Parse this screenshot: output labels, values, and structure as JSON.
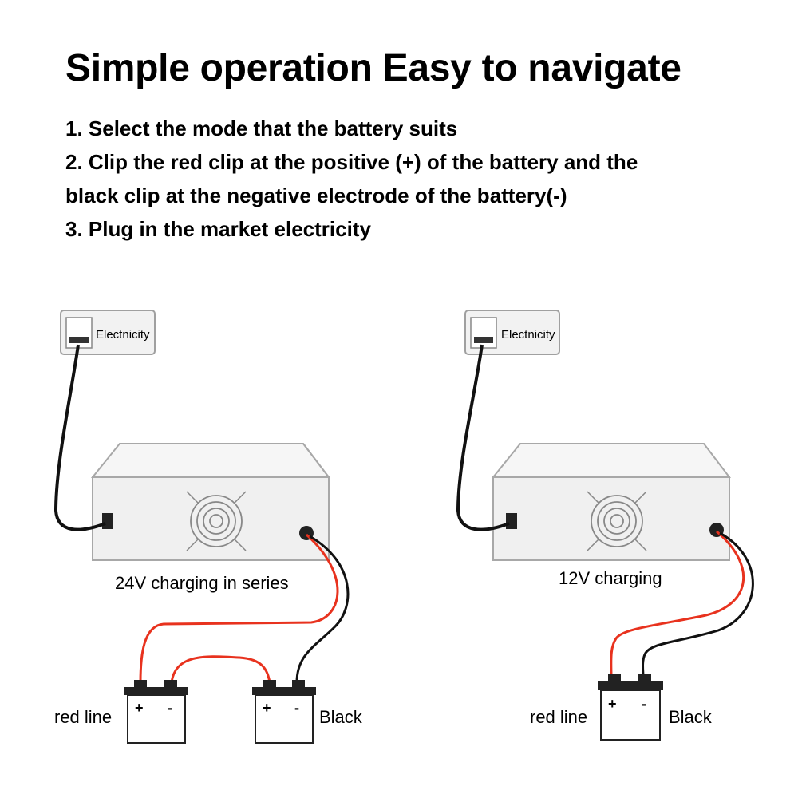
{
  "header": {
    "title": "Simple operation Easy to navigate",
    "steps": [
      "1. Select the mode that the battery suits",
      "2. Clip the red clip at the positive (+) of the battery and the",
      "black clip at the negative electrode of the battery(-)",
      "3. Plug in the market electricity"
    ]
  },
  "left_diagram": {
    "outlet_label": "Electnicity",
    "caption": "24V charging in series",
    "red_label": "red line",
    "black_label": "Black",
    "battery1": {
      "plus": "+",
      "minus": "-"
    },
    "battery2": {
      "plus": "+",
      "minus": "-"
    }
  },
  "right_diagram": {
    "outlet_label": "Electnicity",
    "caption": "12V charging",
    "red_label": "red line",
    "black_label": "Black",
    "battery": {
      "plus": "+",
      "minus": "-"
    }
  },
  "colors": {
    "red_wire": "#e8321e",
    "black_wire": "#111111",
    "charger_body": "#f0f0f0",
    "outline": "#9a9a9a"
  }
}
